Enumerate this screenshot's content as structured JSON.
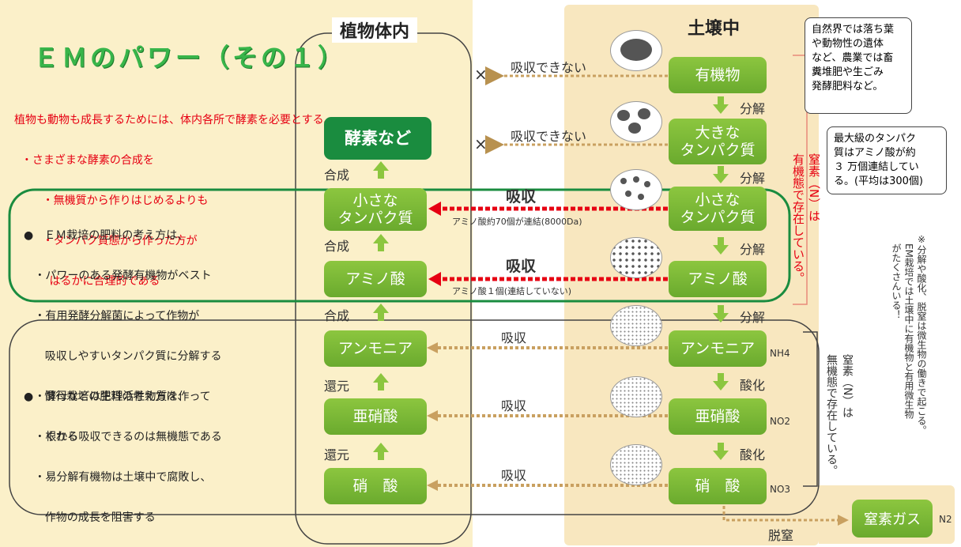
{
  "title": "ＥＭのパワー（その１）",
  "intro": [
    "植物も動物も成長するためには、体内各所で酵素を必要とする。",
    "  ・さまざまな酵素の合成を",
    "        ・無機質から作りはじめるよりも",
    "        ・タンパク質態から作った方が",
    "          はるかに合理的である"
  ],
  "columns": {
    "plant": "植物体内",
    "soil": "土壌中"
  },
  "plant_boxes": {
    "enzyme": "酵素など",
    "small_protein": "小さな\nタンパク質",
    "amino": "アミノ酸",
    "ammonia": "アンモニア",
    "nitrite": "亜硝酸",
    "nitrate": "硝　酸"
  },
  "plant_steps": {
    "s1": "合成",
    "s2": "合成",
    "s3": "合成",
    "s4": "還元",
    "s5": "還元"
  },
  "soil_boxes": {
    "organic": "有機物",
    "large_protein": "大きな\nタンパク質",
    "small_protein": "小さな\nタンパク質",
    "amino": "アミノ酸",
    "ammonia": "アンモニア",
    "nitrite": "亜硝酸",
    "nitrate": "硝　酸"
  },
  "soil_steps": {
    "s1": "分解",
    "s2": "分解",
    "s3": "分解",
    "s4": "分解",
    "s5": "酸化",
    "s6": "酸化"
  },
  "formulas": {
    "nh4": "NH4",
    "no2": "NO2",
    "no3": "NO3",
    "n2": "N2"
  },
  "flows": {
    "cannot1": "吸収できない",
    "cannot2": "吸収できない",
    "cross": "×",
    "absorb_red1": "吸収",
    "absorb_red2": "吸収",
    "note1": "アミノ酸約70個が連結(8000Da)",
    "note2": "アミノ酸１個(連結していない)",
    "absorb1": "吸収",
    "absorb2": "吸収",
    "absorb3": "吸収"
  },
  "nitrogen_gas": "窒素ガス",
  "denitrification": "脱窒",
  "note_nature": "自然界では落ち葉\nや動物性の遺体\nなど、農業では畜\n糞堆肥や生ごみ\n発酵肥料など。",
  "note_protein": "最大級のタンパク\n質はアミノ酸が約\n３ 万個連結してい\nる。(平均は300個)",
  "vertical_organic": "窒素（N）は\n有機態で存在している。",
  "vertical_inorganic": "窒素（N）は\n無機態で存在している。",
  "side_note": "※分解や酸化、脱窒は微生物の働きで起こる。\n　EM栽培では土壌中に有機物と有用微生物\n　がたくさんいる！",
  "em_bullets": [
    "●　ＥＭ栽培の肥料の考え方は、",
    "   ・パワーのある発酵有機物がベスト",
    "   ・有用発酵分解菌によって作物が",
    "      吸収しやすいタンパク質に分解する",
    "   ・酵母などは生理活性物質を作って",
    "      くれる"
  ],
  "conv_bullets": [
    "●　慣行栽培の肥料の考え方は、",
    "   ・根から吸収できるのは無機態である",
    "   ・易分解有機物は土壌中で腐敗し、",
    "      作物の成長を阻害する"
  ],
  "colors": {
    "green": "#6aaa2e",
    "dark_green": "#1a8c3f",
    "red": "#e60012",
    "brown": "#c9a060"
  }
}
